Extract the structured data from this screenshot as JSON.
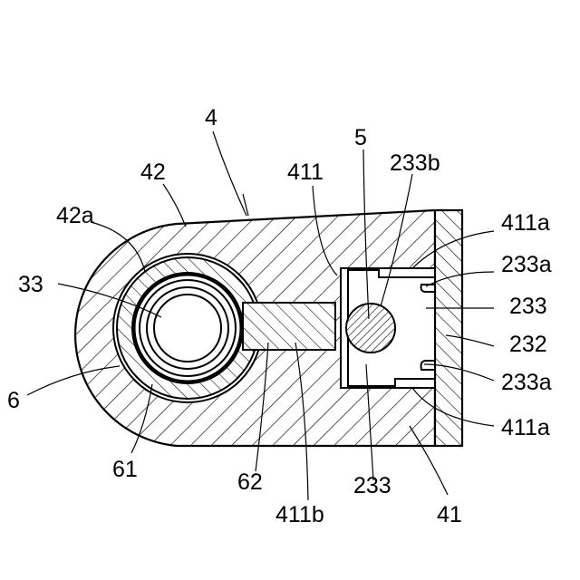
{
  "figure": {
    "labels": {
      "l4": "4",
      "l42": "42",
      "l411_top": "411",
      "l5": "5",
      "l233b": "233b",
      "l42a": "42a",
      "l411a_top": "411a",
      "l233a_top": "233a",
      "l33": "33",
      "l233_right": "233",
      "l232": "232",
      "l233a_bottom": "233a",
      "l6": "6",
      "l411a_bottom": "411a",
      "l61": "61",
      "l62": "62",
      "l233_bottom": "233",
      "l411b": "411b",
      "l41": "41"
    }
  }
}
